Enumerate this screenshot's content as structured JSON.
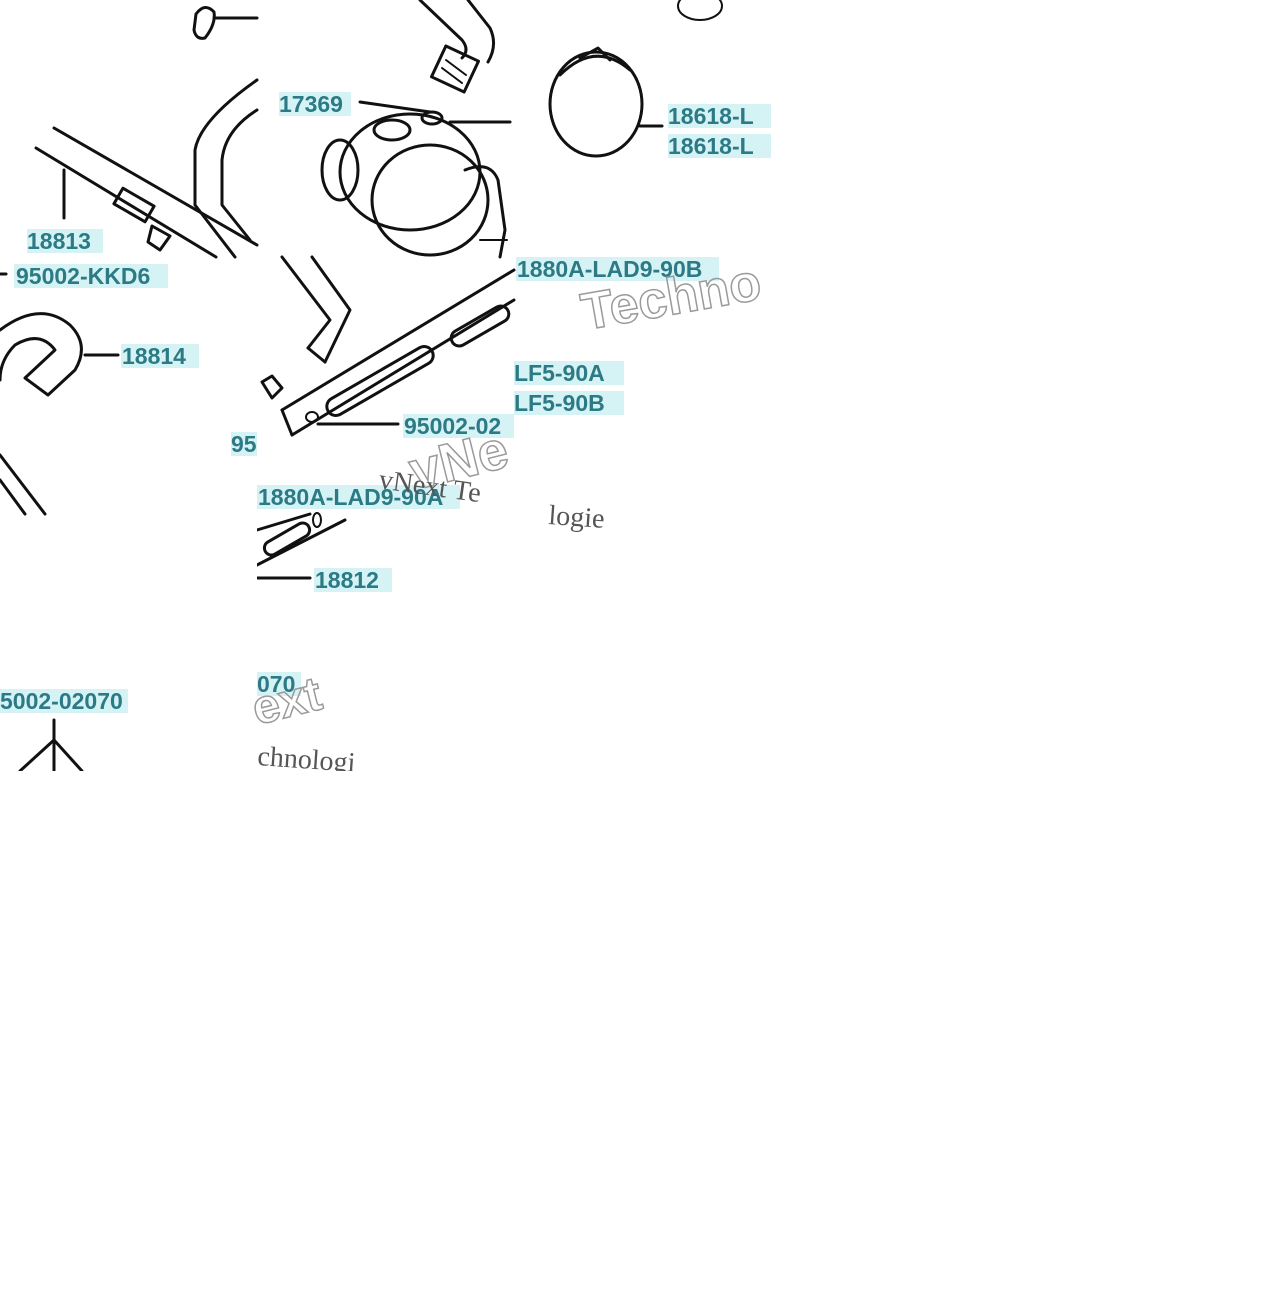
{
  "labels": {
    "l17369": "17369",
    "l18618a": "18618-L",
    "l18618b": "18618-L",
    "l18813": "18813",
    "l95002kkd6": "95002-KKD6",
    "l18814": "18814",
    "l1880b": "1880A-LAD9-90B",
    "llf5a": "LF5-90A",
    "llf5b": "LF5-90B",
    "l95002_02_mid": "95002-02",
    "l95_left": "95",
    "l1880a": "1880A-LAD9-90A",
    "l18812": "18812",
    "l070": "070",
    "l5002_02070": "5002-02070"
  },
  "watermarks": {
    "w1": "Techno",
    "w2": "vNext Te",
    "w3": "logie",
    "w4": "ext",
    "w5": "chnologi"
  }
}
